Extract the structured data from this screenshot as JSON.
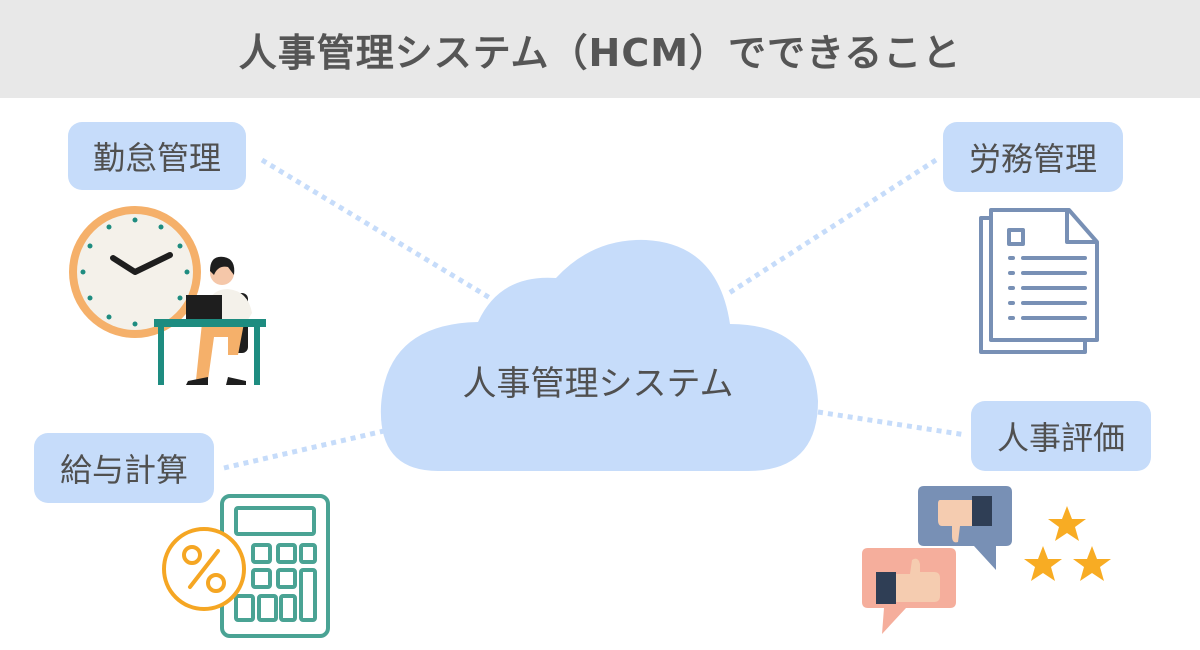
{
  "header": {
    "title": "人事管理システム（HCM）でできること",
    "background": "#e8e8e8",
    "text_color": "#555555"
  },
  "center": {
    "label": "人事管理システム",
    "shape": "cloud",
    "color": "#c6dcfa"
  },
  "features": [
    {
      "id": "attendance",
      "label": "勤怠管理",
      "icon": "clock-and-worker-icon",
      "position": "top-left"
    },
    {
      "id": "labor",
      "label": "労務管理",
      "icon": "document-icon",
      "position": "top-right"
    },
    {
      "id": "payroll",
      "label": "給与計算",
      "icon": "calculator-percent-icon",
      "position": "bottom-left"
    },
    {
      "id": "evaluation",
      "label": "人事評価",
      "icon": "thumbs-and-stars-icon",
      "position": "bottom-right"
    }
  ],
  "colors": {
    "label_bg": "#c6dcfa",
    "connector": "#c6dcfa",
    "clock_ring": "#f5b06a",
    "clock_face": "#f4f1ea",
    "teal": "#1e8c80",
    "doc_stroke": "#7890b5",
    "calc_stroke": "#4aa394",
    "percent": "#f5a623",
    "thumb_down_bubble": "#7890b5",
    "thumb_up_bubble": "#f5ae9c",
    "star": "#f8ac23"
  }
}
